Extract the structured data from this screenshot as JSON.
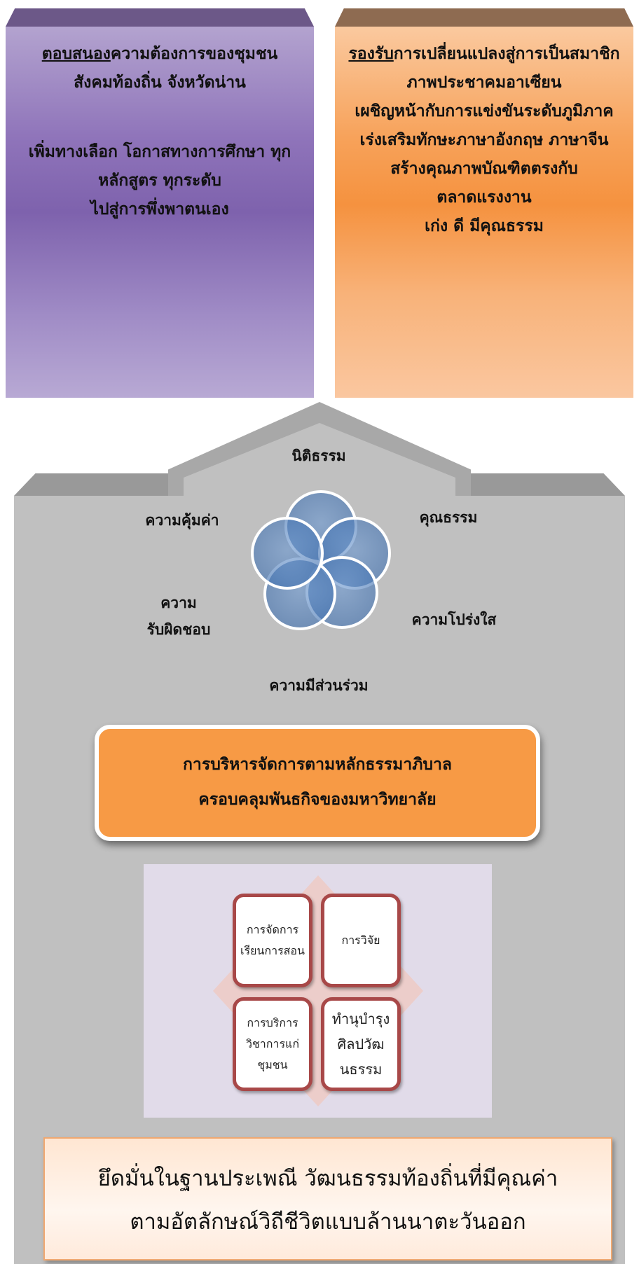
{
  "left_pillar": {
    "line1_underlined": "ตอบสนอง",
    "line1_rest": "ความต้องการของชุมชน",
    "line2": "สังคมท้องถิ่น  จังหวัดน่าน",
    "line3": "เพิ่มทางเลือก โอกาสทางการศึกษา ทุก",
    "line4": "หลักสูตร ทุกระดับ",
    "line5": "ไปสู่การพึ่งพาตนเอง"
  },
  "right_pillar": {
    "line1_underlined": "รองรับ",
    "line1_rest": "การเปลี่ยนแปลงสู่การเป็นสมาชิก",
    "lines": [
      "ภาพประชาคมอาเซียน",
      "เผชิญหน้ากับการแข่งขันระดับภูมิภาค",
      "เร่งเสริมทักษะภาษาอังกฤษ ภาษาจีน",
      "สร้างคุณภาพบัณฑิตตรงกับ",
      "ตลาดแรงงาน",
      "เก่ง ดี มีคุณธรรม"
    ]
  },
  "principles": {
    "top": "นิติธรรม",
    "left_upper": "ความคุ้มค่า",
    "right_upper": "คุณธรรม",
    "left_lower_1": "ความ",
    "left_lower_2": "รับผิดชอบ",
    "right_lower": "ความโปร่งใส",
    "bottom": "ความมีส่วนร่วม"
  },
  "governance": {
    "line1": "การบริหารจัดการตามหลักธรรมาภิบาล",
    "line2": "ครอบคลุมพันธกิจของมหาวิทยาลัย"
  },
  "missions": [
    "การจัดการเรียนการสอน",
    "การวิจัย",
    "การบริการวิชาการแก่ชุมชน",
    "ทำนุบำรุงศิลปวัฒนธรรม"
  ],
  "mission_lines": {
    "teaching": [
      "การจัดการ",
      "เรียนการสอน"
    ],
    "research": [
      "การวิจัย"
    ],
    "service": [
      "การบริการ",
      "วิชาการแก่",
      "ชุมชน"
    ],
    "culture": [
      "ทำนุบำรุง",
      "ศิลปวัฒ",
      "นธรรม"
    ]
  },
  "banner": {
    "line1": "ยึดมั่นในฐานประเพณี วัฒนธรรมท้องถิ่นที่มีคุณค่า",
    "line2": "ตามอัตลักษณ์วิถีชีวิตแบบล้านนาตะวันออก"
  },
  "colors": {
    "left_pillar": "#8f74ba",
    "right_pillar": "#f5923f",
    "house": "#c0c0c0",
    "governance": "#f79a45",
    "mission_border": "#a84848",
    "circles": "#4f7fbf"
  }
}
